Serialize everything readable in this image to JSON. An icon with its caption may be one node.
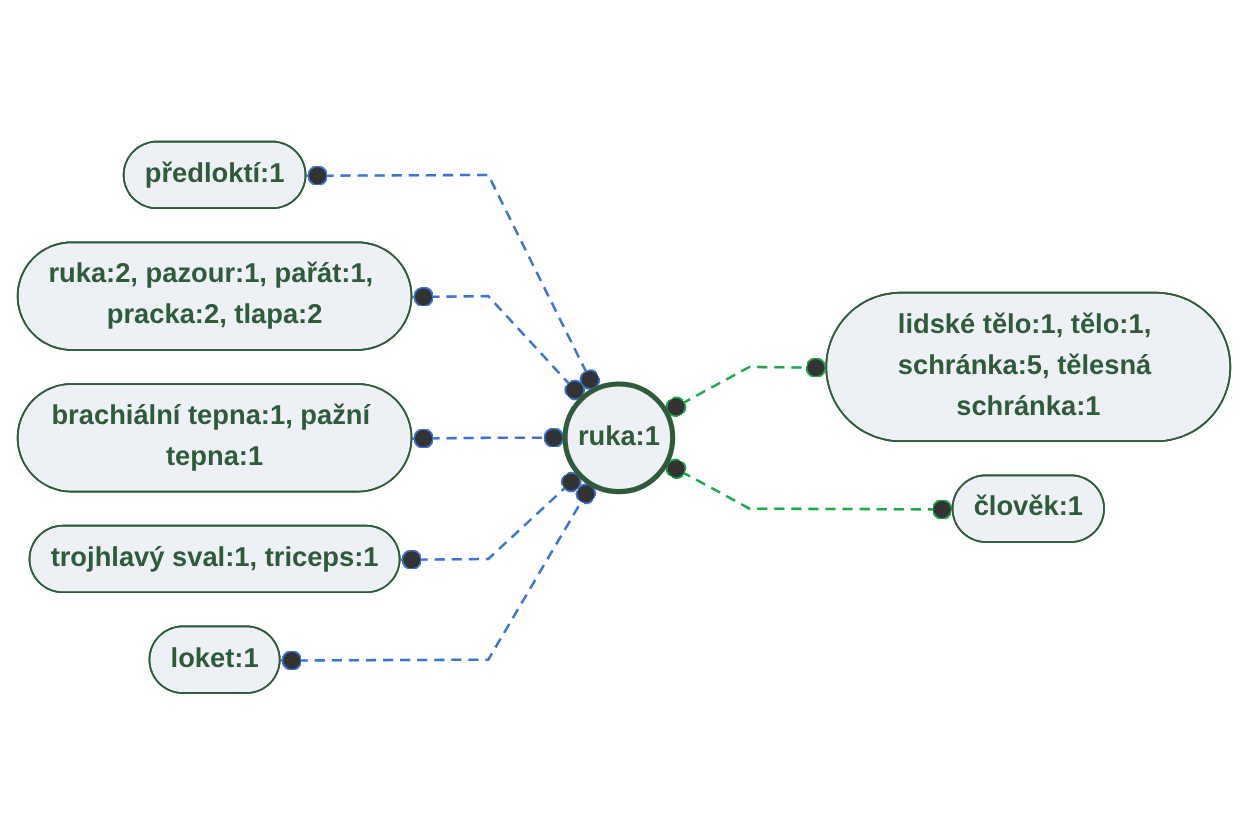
{
  "diagram": {
    "nodes": [
      {
        "text": [
          "předloktí:1"
        ]
      },
      {
        "text": [
          "ruka:2, pazour:1, pařát:1, pracka:2, tlapa:2"
        ]
      },
      {
        "text": [
          "lidské tělo:1, tělo:1, schránka:5, tělesná schránka:1"
        ]
      },
      {
        "text": [
          "brachiální tepna:1, pažní tepna:1"
        ]
      },
      {
        "text": [
          "ruka:1"
        ]
      },
      {
        "text": [
          "člověk:1"
        ]
      },
      {
        "text": [
          "trojhlavý sval:1, triceps:1"
        ]
      },
      {
        "text": [
          "loket:1"
        ]
      }
    ],
    "edges": [
      {
        "from": 0,
        "to": 4,
        "arrow": "other",
        "style": "dashed"
      },
      {
        "from": 1,
        "to": 4,
        "arrow": "other",
        "style": "dashed"
      },
      {
        "from": 3,
        "to": 4,
        "arrow": "other",
        "style": "dashed"
      },
      {
        "from": 6,
        "to": 4,
        "arrow": "other",
        "style": "dashed"
      },
      {
        "from": 7,
        "to": 4,
        "arrow": "other",
        "style": "dashed"
      },
      {
        "from": 4,
        "to": 2,
        "arrow": "other",
        "style": "dashed",
        "color": "#1aaa4a"
      },
      {
        "from": 4,
        "to": 5,
        "arrow": "other",
        "style": "dashed",
        "color": "#1aaa4a"
      }
    ]
  }
}
